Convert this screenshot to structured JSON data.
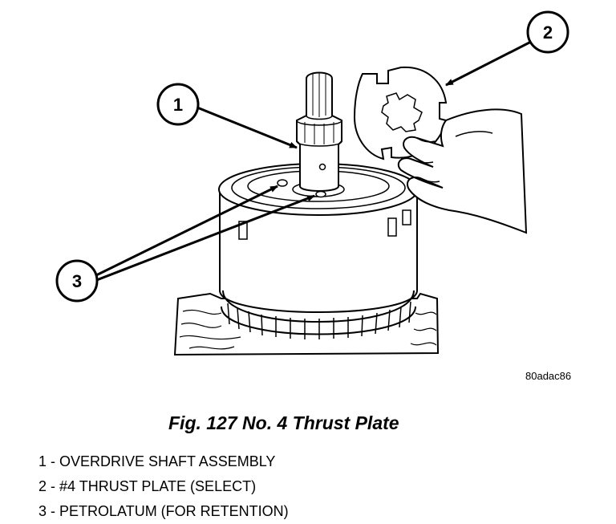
{
  "figure": {
    "id_code": "80adac86",
    "caption": "Fig. 127 No. 4 Thrust Plate",
    "callouts": [
      "1",
      "2",
      "3"
    ]
  },
  "legend": [
    {
      "text": "1 - OVERDRIVE SHAFT ASSEMBLY"
    },
    {
      "text": "2 - #4 THRUST PLATE (SELECT)"
    },
    {
      "text": "3 - PETROLATUM (FOR RETENTION)"
    }
  ]
}
